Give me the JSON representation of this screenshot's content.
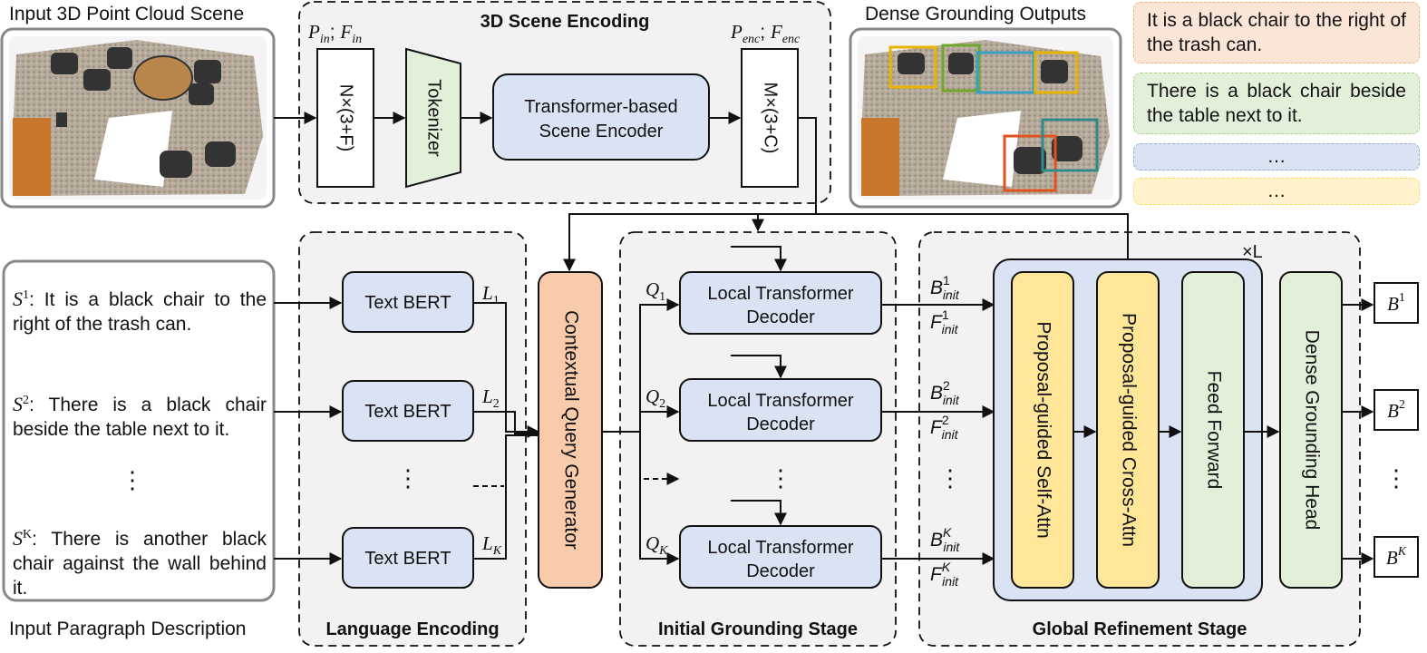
{
  "labels": {
    "input_scene": "Input 3D Point Cloud Scene",
    "scene_encoding": "3D Scene Encoding",
    "dense_outputs": "Dense Grounding Outputs",
    "input_paragraph": "Input Paragraph Description",
    "language_encoding": "Language Encoding",
    "initial_grounding": "Initial Grounding Stage",
    "global_refinement": "Global Refinement Stage",
    "repeat": "×L"
  },
  "encoder": {
    "p_in": "P",
    "p_in_sub": "in",
    "f_in": "F",
    "f_in_sub": "in",
    "sep": ";",
    "p_enc": "P",
    "p_enc_sub": "enc",
    "f_enc": "F",
    "f_enc_sub": "enc",
    "input_dim": "N×(3+F)",
    "tokenizer": "Tokenizer",
    "scene_encoder_line1": "Transformer-based",
    "scene_encoder_line2": "Scene Encoder",
    "output_dim": "M×(3+C)"
  },
  "sentences": {
    "s1_sym": "S",
    "s1_sup": "1",
    "s1_text": ": It is a black chair to the right of the trash can.",
    "s2_sym": "S",
    "s2_sup": "2",
    "s2_text": ": There is a black chair beside the table next to it.",
    "sk_sym": "S",
    "sk_sup": "K",
    "sk_text": ": There is another black chair against the wall behind it.",
    "dots": "⋮"
  },
  "text_bert": "Text BERT",
  "lang_feats": [
    {
      "sym": "L",
      "sub": "1"
    },
    {
      "sym": "L",
      "sub": "2"
    },
    {
      "sym": "L",
      "sub": "K"
    }
  ],
  "query_generator": "Contextual Query Generator",
  "queries": [
    {
      "sym": "Q",
      "sub": "1"
    },
    {
      "sym": "Q",
      "sub": "2"
    },
    {
      "sym": "Q",
      "sub": "K"
    }
  ],
  "local_decoder_line1": "Local Transformer",
  "local_decoder_line2": "Decoder",
  "init_feats": [
    {
      "b": "B",
      "f": "F",
      "sup": "1",
      "sub": "init"
    },
    {
      "b": "B",
      "f": "F",
      "sup": "2",
      "sub": "init"
    },
    {
      "b": "B",
      "f": "F",
      "sup": "K",
      "sub": "init"
    }
  ],
  "refinement": {
    "self_attn": "Proposal-guided Self-Attn",
    "cross_attn": "Proposal-guided Cross-Attn",
    "feed_forward": "Feed Forward",
    "head": "Dense Grounding Head"
  },
  "outputs_boxes": [
    {
      "sym": "B",
      "sup": "1"
    },
    {
      "sym": "B",
      "sup": "2"
    },
    {
      "sym": "B",
      "sup": "K"
    }
  ],
  "dense_texts": {
    "t1": "It is a black chair to the right of the trash can.",
    "t2": "There is a black chair beside the table next to it.",
    "t3": "…",
    "t4": "…"
  },
  "colors": {
    "blue": "#dae3f3",
    "green": "#e2f0d9",
    "orange": "#f8cbad",
    "yellow": "#ffe699",
    "panel": "#f2f2f2",
    "out_orange": "#fbe5d6",
    "out_green": "#e2f0d9",
    "out_blue": "#dae3f3",
    "out_yellow": "#fff2cc"
  }
}
